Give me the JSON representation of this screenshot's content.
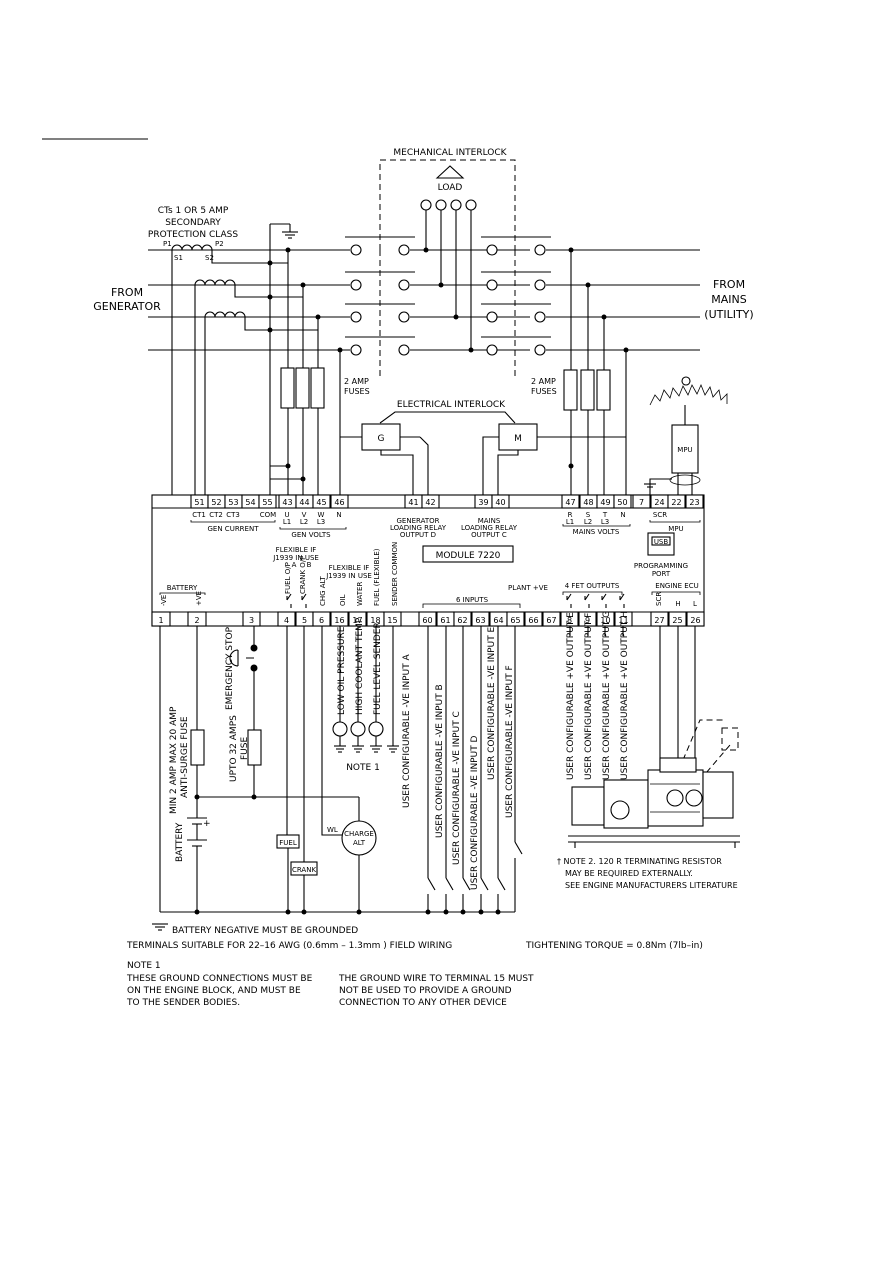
{
  "header": {
    "underline_title": ""
  },
  "top": {
    "mechanical_interlock": "MECHANICAL INTERLOCK",
    "load": "LOAD",
    "cts_line1": "CTs 1 OR 5 AMP",
    "cts_line2": "SECONDARY",
    "cts_line3": "PROTECTION CLASS",
    "p1": "P1",
    "p2": "P2",
    "s1": "S1",
    "s2": "S2",
    "from_generator_1": "FROM",
    "from_generator_2": "GENERATOR",
    "from_mains_1": "FROM",
    "from_mains_2": "MAINS",
    "from_mains_3": "(UTILITY)",
    "fuses_left_1": "2 AMP",
    "fuses_left_2": "FUSES",
    "fuses_right_1": "2 AMP",
    "fuses_right_2": "FUSES",
    "electrical_interlock": "ELECTRICAL INTERLOCK",
    "coil_g": "G",
    "coil_m": "M",
    "mpu": "MPU"
  },
  "module": {
    "name": "MODULE 7220",
    "top_terminals": [
      "51",
      "52",
      "53",
      "54",
      "55",
      "43",
      "44",
      "45",
      "46",
      "41",
      "42",
      "39",
      "40",
      "47",
      "48",
      "49",
      "50",
      "7",
      "24",
      "22",
      "23"
    ],
    "top_sub": {
      "ct1": "CT1",
      "ct2": "CT2",
      "ct3": "CT3",
      "com": "COM",
      "u": "U",
      "v": "V",
      "w": "W",
      "n": "N",
      "l1": "L1",
      "l2": "L2",
      "l3": "L3",
      "r": "R",
      "s": "S",
      "t": "T",
      "n2": "N",
      "ml1": "L1",
      "ml2": "L2",
      "ml3": "L3",
      "scr": "SCR",
      "mpu": "MPU"
    },
    "gen_current": "GEN CURRENT",
    "gen_volts": "GEN VOLTS",
    "gen_relay_1": "GENERATOR",
    "gen_relay_2": "LOADING RELAY",
    "gen_relay_3": "OUTPUT D",
    "mains_relay_1": "MAINS",
    "mains_relay_2": "LOADING RELAY",
    "mains_relay_3": "OUTPUT C",
    "mains_volts": "MAINS VOLTS",
    "usb": "USB",
    "programming_port_1": "PROGRAMMING",
    "programming_port_2": "PORT",
    "flex_j1939_1": "FLEXIBLE IF",
    "flex_j1939_2": "J1939 IN USE",
    "flex_j1939b_1": "FLEXIBLE IF",
    "flex_j1939b_2": "J1939 IN USE",
    "fuel_op": "FUEL O/P",
    "crank_op": "CRANK O/P",
    "a": "A",
    "b": "B",
    "battery": "BATTERY",
    "neg": "-VE",
    "pos": "+VE",
    "chg_alt": "CHG ALT",
    "oil": "OIL",
    "water": "WATER",
    "fuel_flexible": "FUEL (FLEXIBLE)",
    "sender_common": "SENDER COMMON",
    "plant_ve": "PLANT +VE",
    "six_inputs": "6 INPUTS",
    "fet_outputs": "4 FET OUTPUTS",
    "engine_ecu": "ENGINE ECU",
    "scr": "SCR",
    "h": "H",
    "l": "L",
    "bottom_terminals": [
      "1",
      "2",
      "3",
      "4",
      "5",
      "6",
      "16",
      "17",
      "18",
      "15",
      "60",
      "61",
      "62",
      "63",
      "64",
      "65",
      "66",
      "67",
      "8",
      "9",
      "10",
      "11",
      "27",
      "25",
      "26"
    ]
  },
  "bottom": {
    "emergency_stop": "EMERGENCY STOP",
    "upto_32_1": "UPTO 32 AMPS",
    "upto_32_2": "FUSE",
    "min_2_amp_1": "MIN 2 AMP MAX 20 AMP",
    "min_2_amp_2": "ANTI-SURGE FUSE",
    "battery": "BATTERY",
    "fuel": "FUEL",
    "crank": "CRANK",
    "wl": "WL",
    "charge_alt_1": "CHARGE",
    "charge_alt_2": "ALT",
    "low_oil": "LOW OIL PRESSURE",
    "high_coolant": "HIGH COOLANT TEMP",
    "fuel_level": "FUEL LEVEL SENDER",
    "note1_label": "NOTE 1",
    "inputs": [
      "USER CONFIGURABLE -VE INPUT A",
      "USER CONFIGURABLE -VE INPUT B",
      "USER CONFIGURABLE -VE INPUT C",
      "USER CONFIGURABLE -VE INPUT D",
      "USER CONFIGURABLE -VE INPUT E",
      "USER CONFIGURABLE -VE INPUT F"
    ],
    "outputs": [
      "USER CONFIGURABLE +VE OUTPUT E",
      "USER CONFIGURABLE +VE OUTPUT F",
      "USER CONFIGURABLE +VE OUTPUT G",
      "USER CONFIGURABLE +VE OUTPUT H"
    ],
    "note2_1": "† NOTE 2. 120 R TERMINATING RESISTOR",
    "note2_2": "MAY BE REQUIRED EXTERNALLY.",
    "note2_3": "SEE ENGINE MANUFACTURERS LITERATURE",
    "battery_negative": "BATTERY NEGATIVE MUST BE GROUNDED",
    "terminals_suitable": "TERMINALS SUITABLE FOR 22–16 AWG (0.6mm – 1.3mm ) FIELD WIRING",
    "torque": "TIGHTENING TORQUE = 0.8Nm (7lb–in)",
    "note1_title": "NOTE 1",
    "note1_left_1": "THESE GROUND CONNECTIONS MUST BE",
    "note1_left_2": "ON THE ENGINE BLOCK, AND MUST BE",
    "note1_left_3": "TO THE SENDER BODIES.",
    "note1_right_1": "THE GROUND WIRE TO TERMINAL 15 MUST",
    "note1_right_2": "NOT BE USED TO PROVIDE A GROUND",
    "note1_right_3": "CONNECTION TO ANY OTHER DEVICE"
  }
}
